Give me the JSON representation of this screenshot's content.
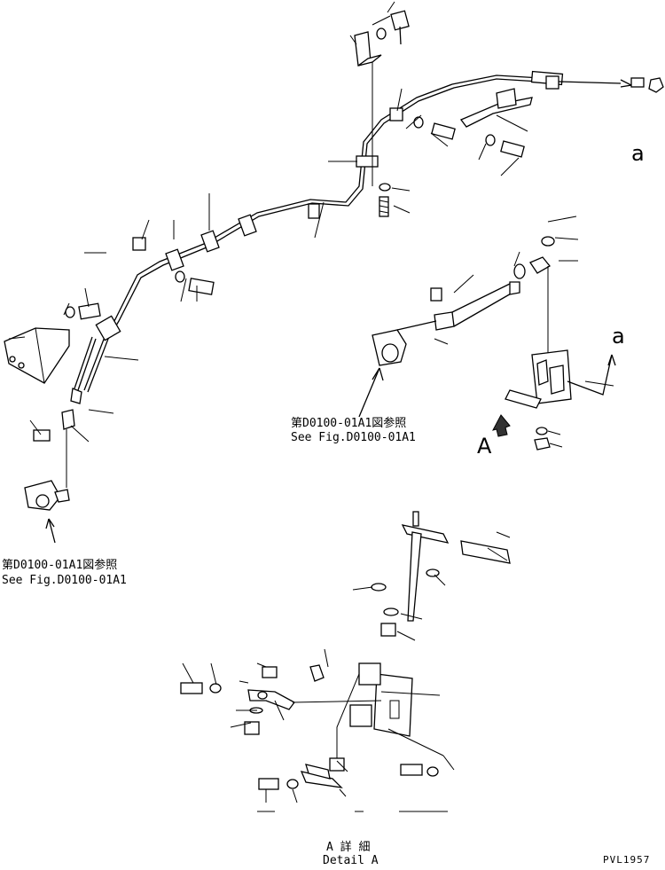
{
  "view_letters": {
    "upper_a_right": "a",
    "upper_a_mid": "a",
    "big_A": "A"
  },
  "references": {
    "upper_jp": "第D0100-01A1図参照",
    "upper_en": "See Fig.D0100-01A1",
    "lower_jp": "第D0100-01A1図参照",
    "lower_en": "See Fig.D0100-01A1"
  },
  "detail": {
    "jp": "A 詳 細",
    "en": "Detail A"
  },
  "drawing_code": "PVL1957"
}
